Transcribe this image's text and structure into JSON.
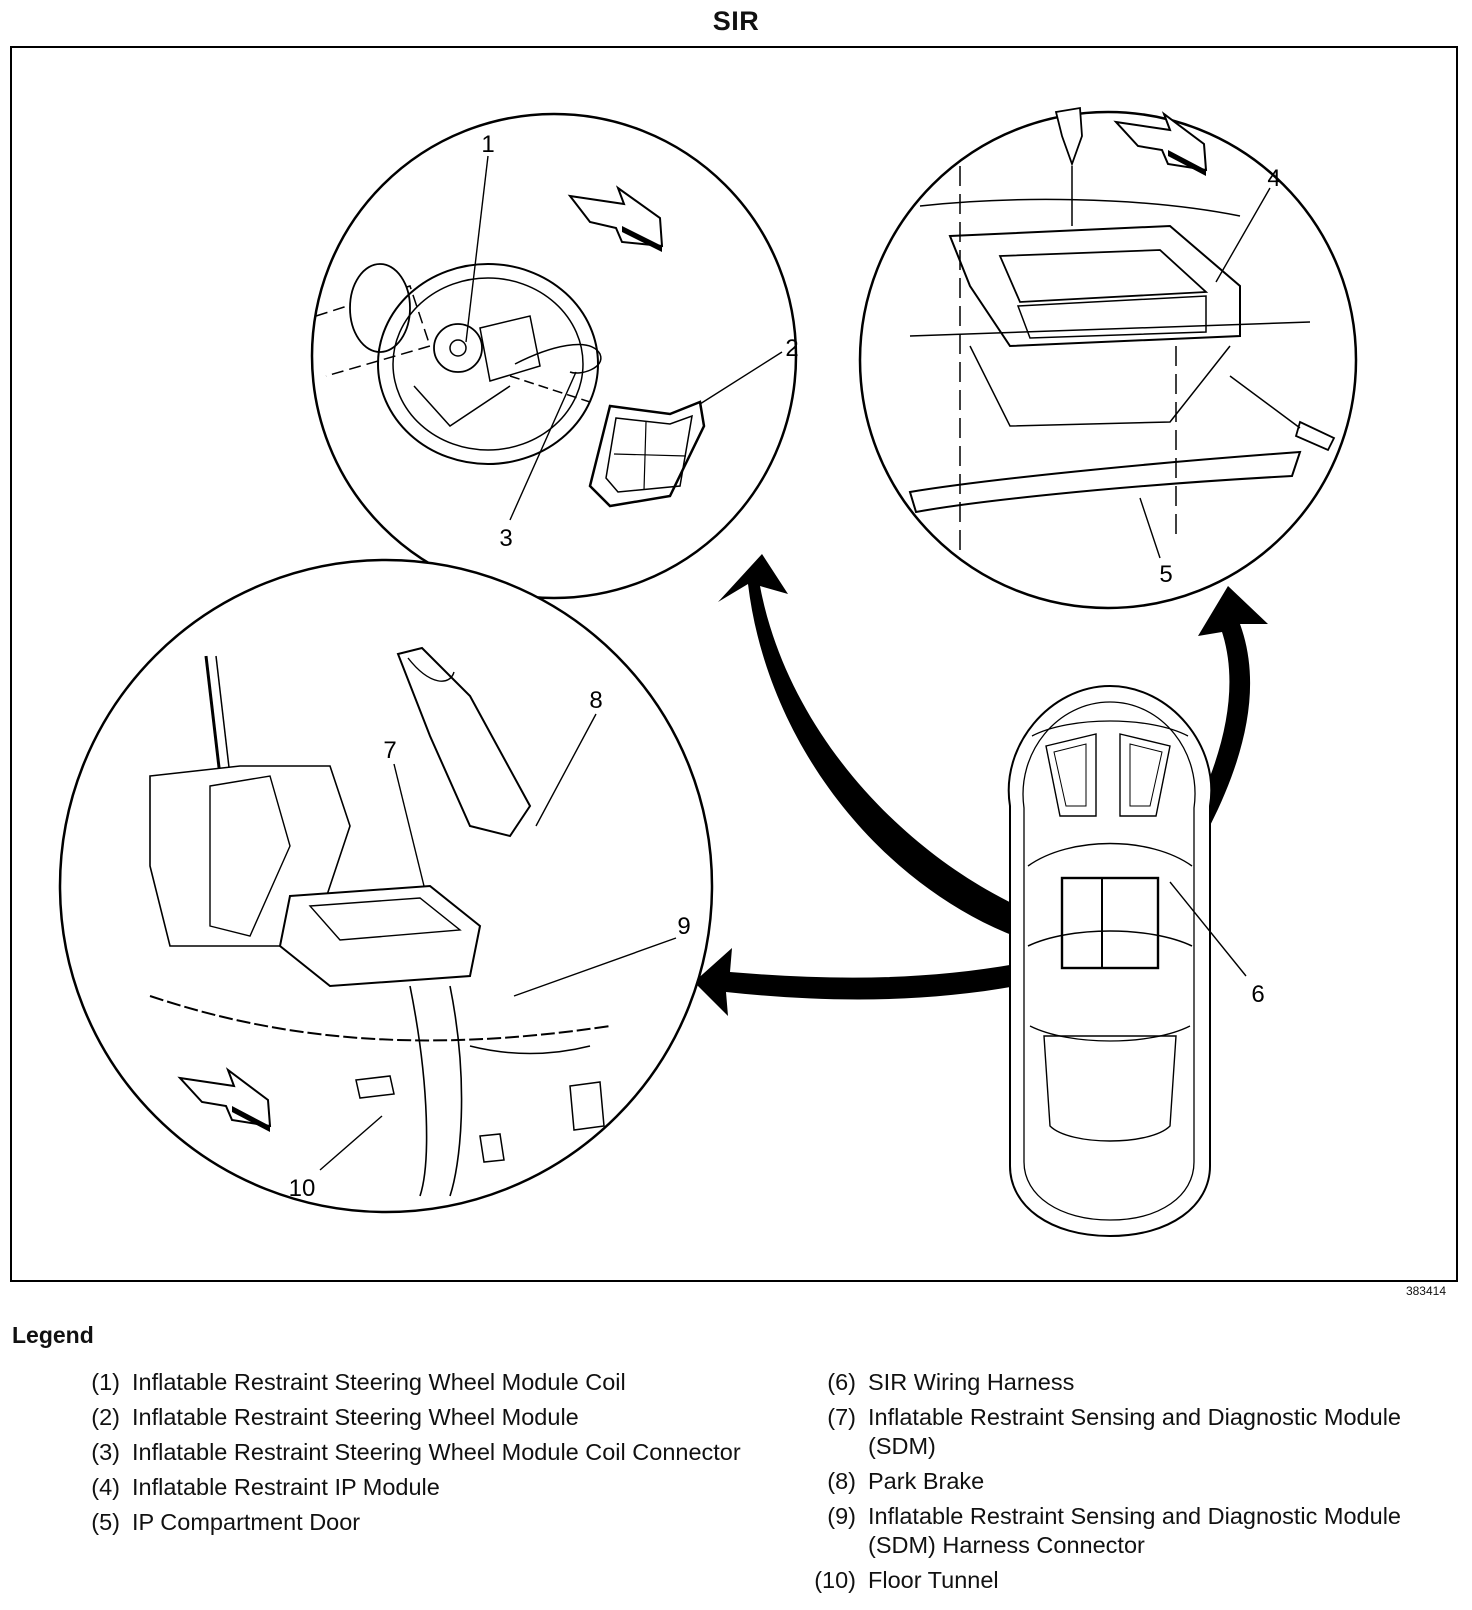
{
  "title": "SIR",
  "figure_id": "383414",
  "legend": {
    "heading": "Legend",
    "items": [
      {
        "num": "(1)",
        "text": "Inflatable Restraint Steering Wheel Module Coil"
      },
      {
        "num": "(2)",
        "text": "Inflatable Restraint Steering Wheel Module"
      },
      {
        "num": "(3)",
        "text": "Inflatable Restraint Steering Wheel Module Coil Connector"
      },
      {
        "num": "(4)",
        "text": "Inflatable Restraint IP Module"
      },
      {
        "num": "(5)",
        "text": "IP Compartment Door"
      },
      {
        "num": "(6)",
        "text": "SIR Wiring Harness"
      },
      {
        "num": "(7)",
        "text": "Inflatable Restraint Sensing and Diagnostic Module (SDM)"
      },
      {
        "num": "(8)",
        "text": "Park Brake"
      },
      {
        "num": "(9)",
        "text": "Inflatable Restraint Sensing and Diagnostic Module (SDM) Harness Connector"
      },
      {
        "num": "(10)",
        "text": "Floor Tunnel"
      }
    ]
  },
  "callouts": [
    "1",
    "2",
    "3",
    "4",
    "5",
    "6",
    "7",
    "8",
    "9",
    "10"
  ]
}
